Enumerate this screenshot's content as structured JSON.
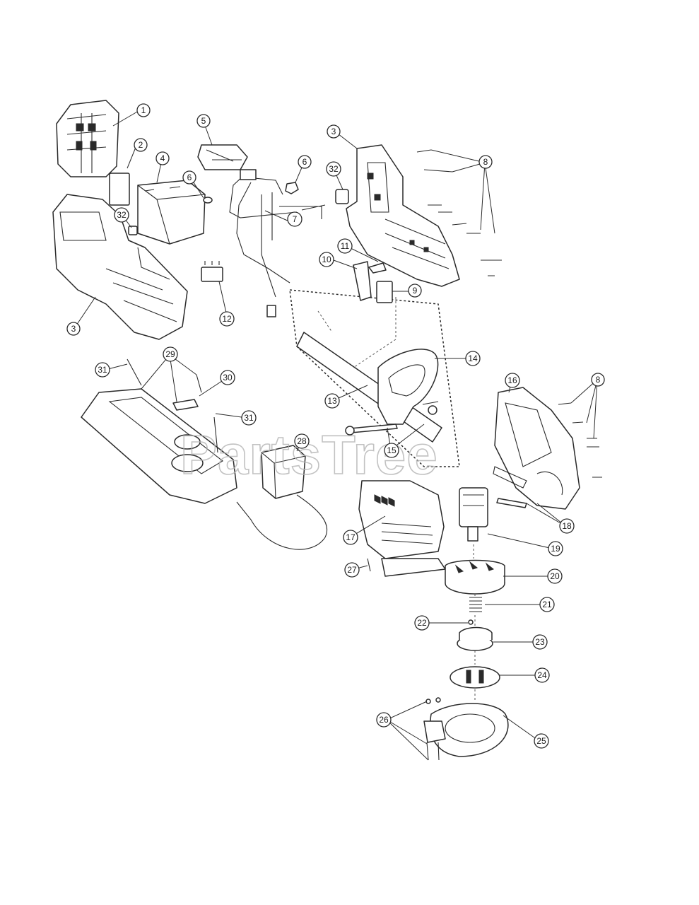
{
  "watermark": "PartsTree",
  "callouts": [
    {
      "id": "c1",
      "label": "1"
    },
    {
      "id": "c2",
      "label": "2"
    },
    {
      "id": "c3a",
      "label": "3"
    },
    {
      "id": "c3b",
      "label": "3"
    },
    {
      "id": "c4",
      "label": "4"
    },
    {
      "id": "c5",
      "label": "5"
    },
    {
      "id": "c6a",
      "label": "6"
    },
    {
      "id": "c6b",
      "label": "6"
    },
    {
      "id": "c7",
      "label": "7"
    },
    {
      "id": "c8a",
      "label": "8"
    },
    {
      "id": "c8b",
      "label": "8"
    },
    {
      "id": "c9",
      "label": "9"
    },
    {
      "id": "c10",
      "label": "10"
    },
    {
      "id": "c11",
      "label": "11"
    },
    {
      "id": "c12",
      "label": "12"
    },
    {
      "id": "c13",
      "label": "13"
    },
    {
      "id": "c14",
      "label": "14"
    },
    {
      "id": "c15",
      "label": "15"
    },
    {
      "id": "c16",
      "label": "16"
    },
    {
      "id": "c17",
      "label": "17"
    },
    {
      "id": "c18",
      "label": "18"
    },
    {
      "id": "c19",
      "label": "19"
    },
    {
      "id": "c20",
      "label": "20"
    },
    {
      "id": "c21",
      "label": "21"
    },
    {
      "id": "c22",
      "label": "22"
    },
    {
      "id": "c23",
      "label": "23"
    },
    {
      "id": "c24",
      "label": "24"
    },
    {
      "id": "c25",
      "label": "25"
    },
    {
      "id": "c26",
      "label": "26"
    },
    {
      "id": "c27",
      "label": "27"
    },
    {
      "id": "c28",
      "label": "28"
    },
    {
      "id": "c29",
      "label": "29"
    },
    {
      "id": "c30",
      "label": "30"
    },
    {
      "id": "c31a",
      "label": "31"
    },
    {
      "id": "c31b",
      "label": "31"
    },
    {
      "id": "c32a",
      "label": "32"
    },
    {
      "id": "c32b",
      "label": "32"
    }
  ]
}
